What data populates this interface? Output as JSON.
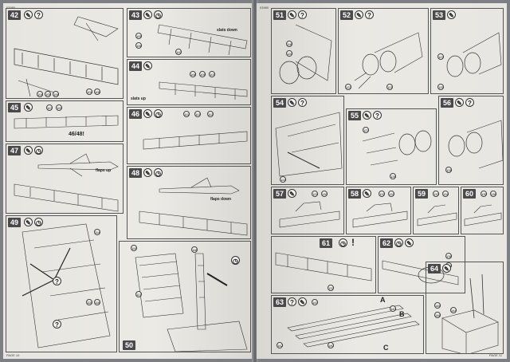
{
  "left_page": {
    "header_code": "03980",
    "footer": "PAGE 10",
    "steps": [
      {
        "number": "42",
        "parts": [
          "104",
          "105",
          "106",
          "104",
          "106"
        ]
      },
      {
        "number": "43",
        "note": "slats down",
        "parts": [
          "105",
          "106",
          "110"
        ]
      },
      {
        "number": "44",
        "note": "slats up",
        "parts": [
          "106",
          "105",
          "103"
        ]
      },
      {
        "number": "45",
        "note": "46/48!",
        "parts": [
          "107",
          "109"
        ]
      },
      {
        "number": "46",
        "parts": [
          "111",
          "113",
          "112"
        ]
      },
      {
        "number": "47",
        "note": "flaps up"
      },
      {
        "number": "48",
        "note": "flaps down"
      },
      {
        "number": "49",
        "parts": [
          "114",
          "115",
          "116"
        ]
      },
      {
        "number": "50",
        "parts": [
          "119",
          "117",
          "118"
        ]
      }
    ]
  },
  "right_page": {
    "header_code": "03980",
    "footer": "PAGE 11",
    "steps": [
      {
        "number": "51",
        "parts": [
          "118",
          "120"
        ]
      },
      {
        "number": "52",
        "parts": [
          "122",
          "121"
        ]
      },
      {
        "number": "53",
        "parts": [
          "123",
          "125"
        ]
      },
      {
        "number": "54",
        "parts": [
          "124"
        ]
      },
      {
        "number": "55",
        "parts": [
          "127",
          "126"
        ]
      },
      {
        "number": "56",
        "parts": [
          "128"
        ]
      },
      {
        "number": "57",
        "parts": [
          "129",
          "130"
        ]
      },
      {
        "number": "58",
        "parts": [
          "131",
          "132"
        ]
      },
      {
        "number": "59",
        "parts": [
          "133",
          "134"
        ]
      },
      {
        "number": "60",
        "parts": [
          "135",
          "136"
        ]
      },
      {
        "number": "61",
        "parts": [
          "137"
        ]
      },
      {
        "number": "62",
        "parts": [
          "138",
          "139"
        ]
      },
      {
        "number": "63",
        "parts": [
          "141",
          "143",
          "142",
          "140"
        ],
        "letters": [
          "A",
          "B",
          "C"
        ]
      },
      {
        "number": "64",
        "parts": [
          "144",
          "145",
          "146"
        ]
      }
    ]
  }
}
